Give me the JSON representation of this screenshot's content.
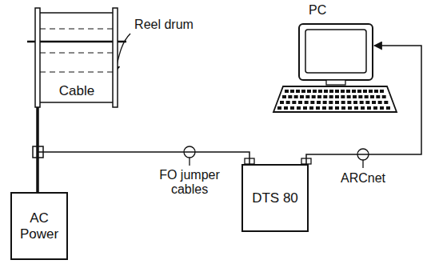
{
  "diagram": {
    "nodes": [
      {
        "text": [
          "Cable"
        ]
      },
      {
        "text": [
          "PC"
        ]
      },
      {
        "text": [
          "AC Power"
        ]
      },
      {
        "text": [
          "DTS 80"
        ]
      }
    ],
    "edges": [
      {
        "from": 0,
        "to": 2,
        "arrow": "none"
      },
      {
        "from": 0,
        "to": 3,
        "arrow": "none"
      },
      {
        "from": 3,
        "to": 1,
        "arrow": "to"
      }
    ],
    "labels": [
      "Reel drum",
      "FO jumper cables",
      "ARCnet"
    ]
  }
}
